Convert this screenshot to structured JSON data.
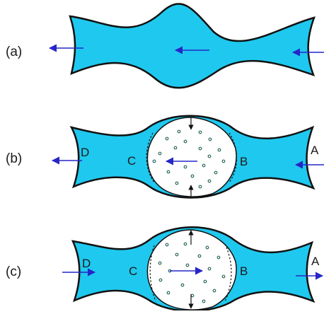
{
  "panels": [
    {
      "id": "a",
      "label": "(a)"
    },
    {
      "id": "b",
      "label": "(b)",
      "points": {
        "left": "D",
        "inner_left": "C",
        "inner_right": "B",
        "right": "A"
      }
    },
    {
      "id": "c",
      "label": "(c)",
      "points": {
        "left": "D",
        "inner_left": "C",
        "inner_right": "B",
        "right": "A"
      }
    }
  ],
  "colors": {
    "fill": "#1fc8ee",
    "arrow": "#2626c8",
    "outline": "#111111",
    "dot": "#2f6a63"
  }
}
